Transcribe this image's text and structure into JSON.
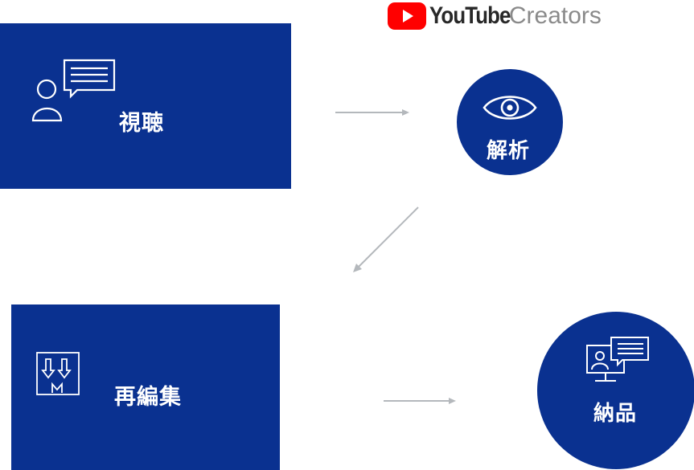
{
  "logo": {
    "brand": "YouTube",
    "suffix": "Creators",
    "play_color": "#ff0000"
  },
  "steps": {
    "watch": {
      "label": "視聴",
      "icon": "viewer-chat-icon"
    },
    "analyze": {
      "label": "解析",
      "icon": "eye-icon"
    },
    "edit": {
      "label": "再編集",
      "icon": "download-edit-icon"
    },
    "deliver": {
      "label": "納品",
      "icon": "monitor-chat-icon"
    }
  },
  "colors": {
    "primary": "#0a3190",
    "arrow": "#b4b8bc",
    "logo_text": "#282828",
    "logo_suffix": "#8a8a8a"
  }
}
